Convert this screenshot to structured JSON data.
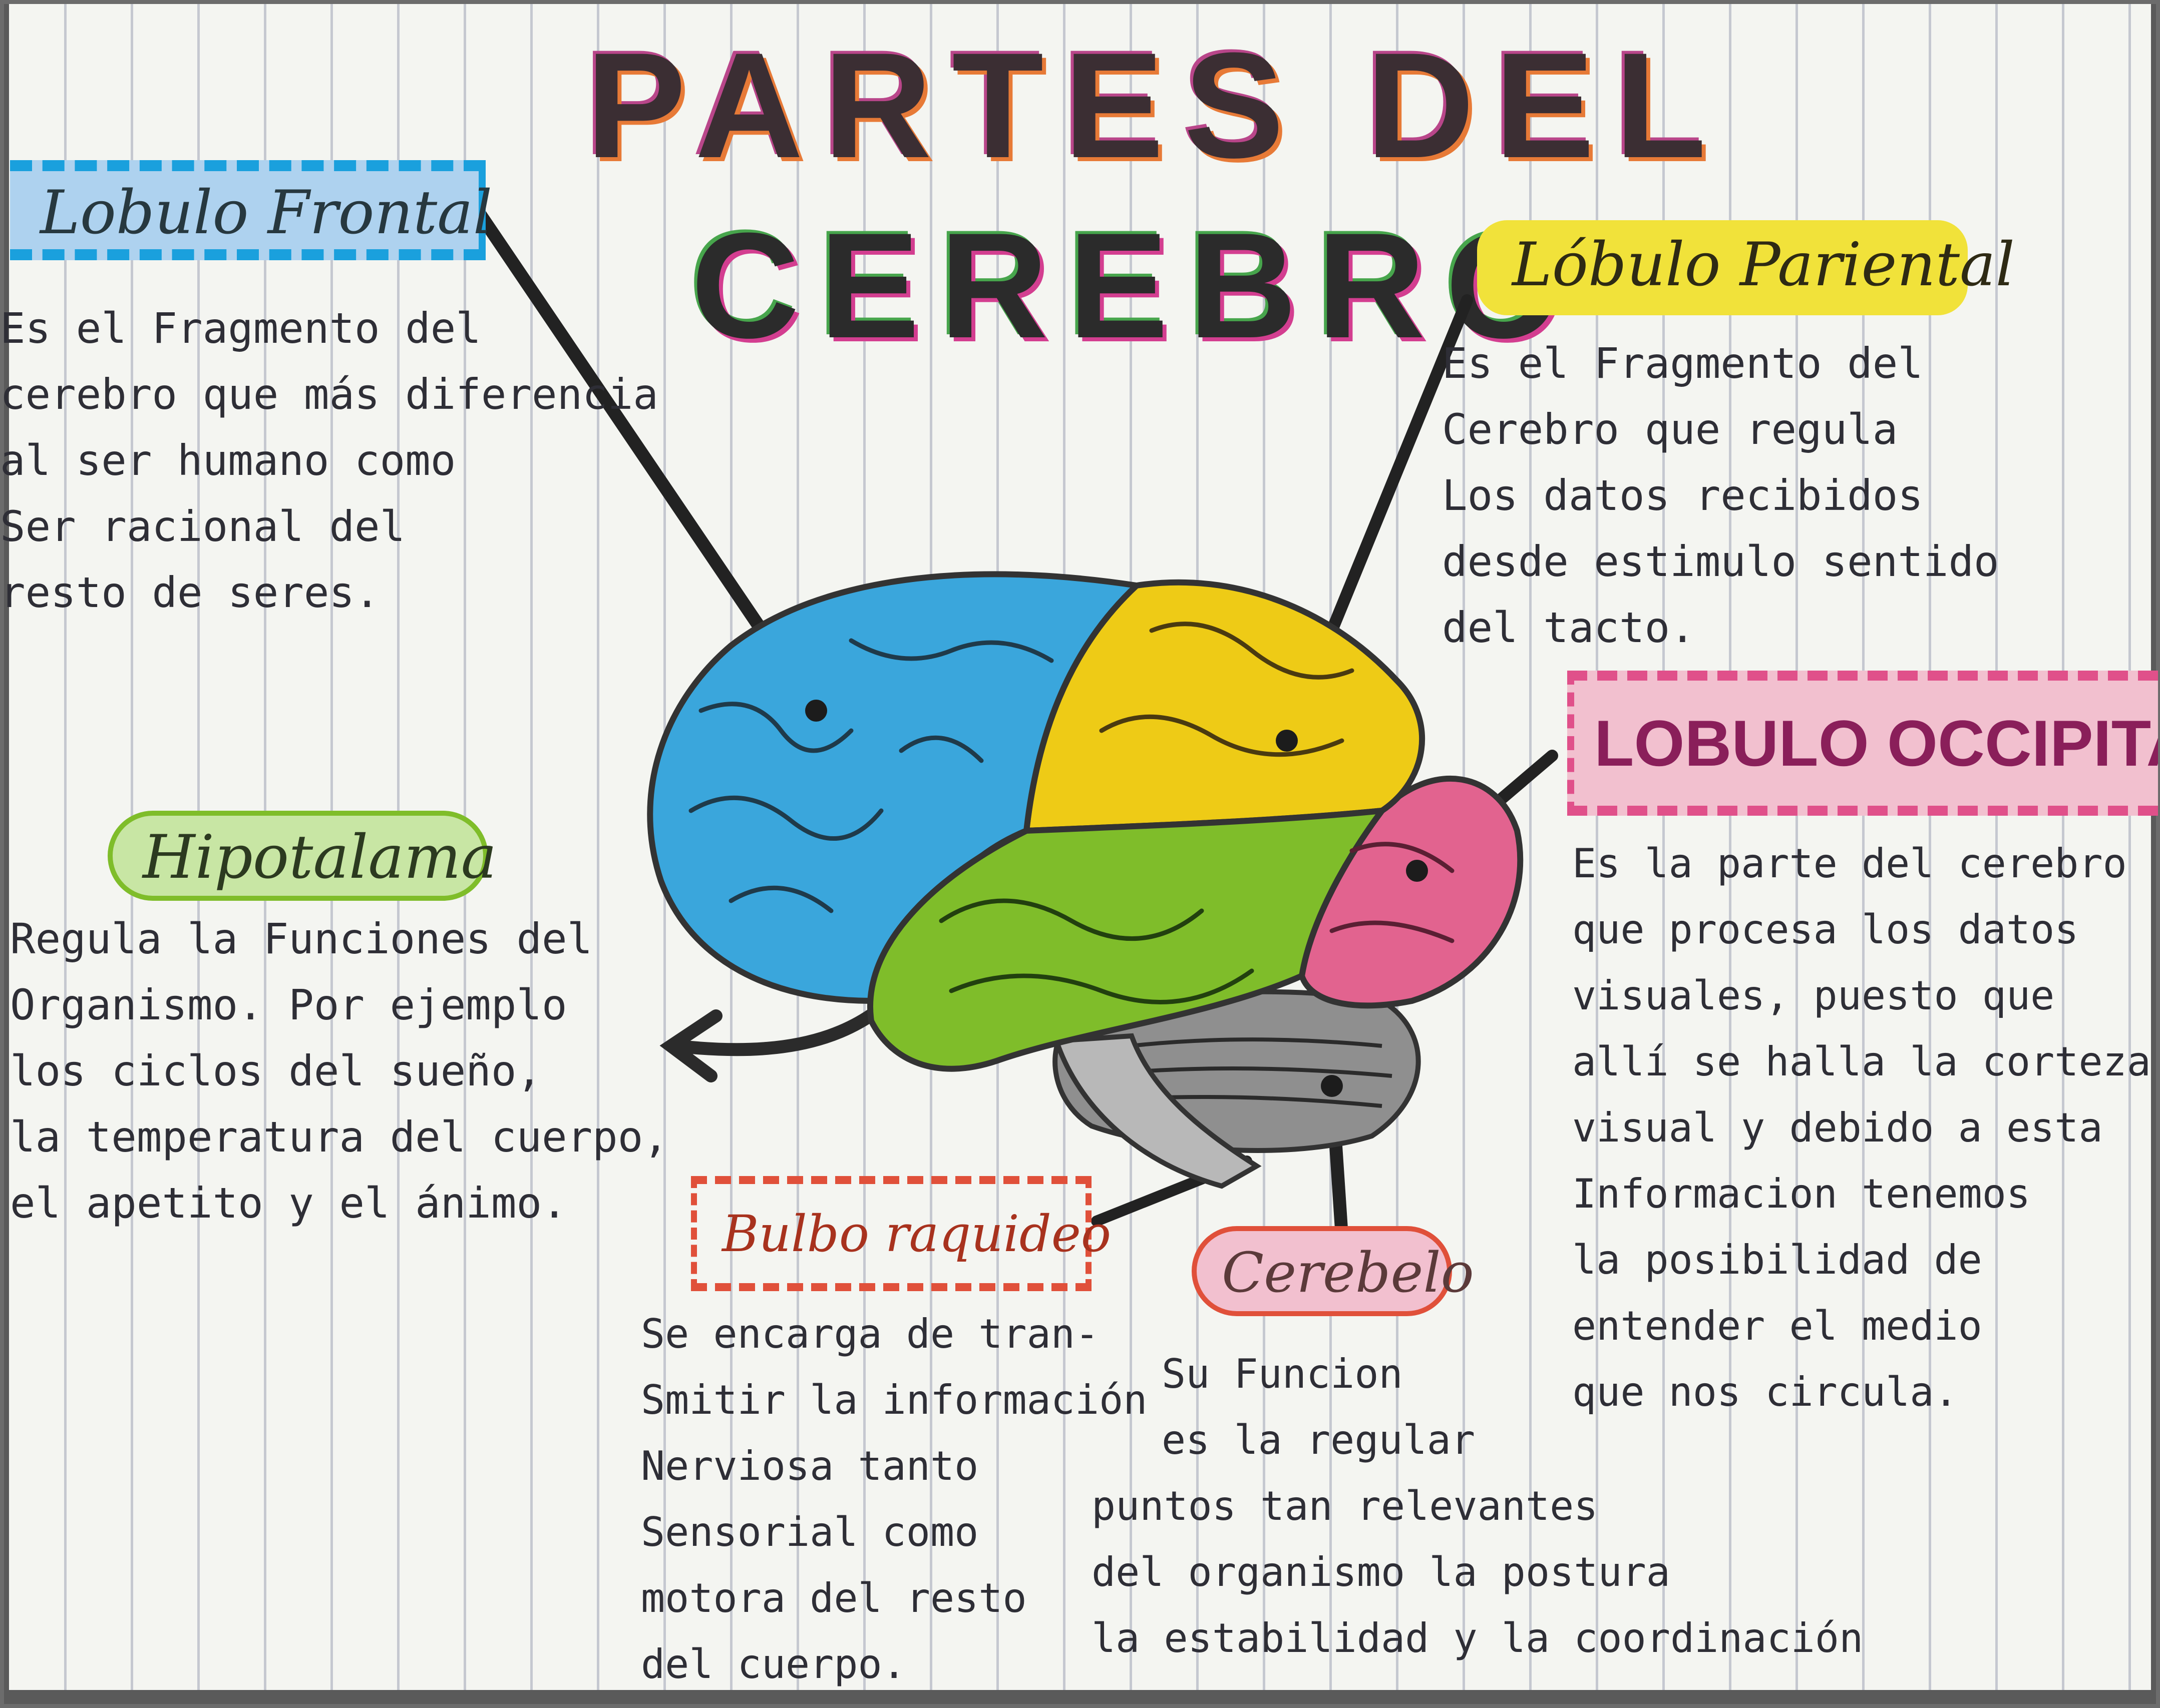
{
  "title": {
    "line1": "PARTES DEL",
    "line2": "CEREBRO"
  },
  "frontal": {
    "heading": "Lobulo Frontal",
    "lines": [
      "Es el Fragmento del",
      "cerebro que más diferencia",
      "al ser humano como",
      "Ser racional del",
      "resto de seres."
    ]
  },
  "parietal": {
    "heading": "Lóbulo Pariental",
    "lines": [
      "Es el Fragmento del",
      "Cerebro que regula",
      "Los datos recibidos",
      "desde estimulo sentido",
      "del tacto."
    ]
  },
  "occipital": {
    "heading": "LOBULO OCCIPITAL",
    "lines": [
      "Es la parte del cerebro",
      "que procesa los datos",
      "visuales, puesto que",
      "allí se halla la corteza",
      "visual y debido a esta",
      "Informacion tenemos",
      "la posibilidad de",
      "entender el medio",
      "que nos circula."
    ]
  },
  "hipotalamo": {
    "heading": "Hipotalama",
    "lines": [
      "Regula la Funciones del",
      "Organismo. Por ejemplo",
      "los ciclos del sueño,",
      "la temperatura del cuerpo,",
      "el apetito y el ánimo."
    ]
  },
  "bulbo": {
    "heading": "Bulbo raquideo",
    "lines": [
      "Se encarga de tran-",
      "Smitir la información",
      "Nerviosa tanto",
      "Sensorial como",
      "motora del resto",
      "del cuerpo."
    ]
  },
  "cerebelo": {
    "heading": "Cerebelo",
    "lines": [
      "Su Funcion",
      "es la regular",
      "puntos tan relevantes",
      "del organismo la postura",
      "la estabilidad y la coordinación"
    ]
  },
  "colors": {
    "frontal": "#3aa6dc",
    "parietal": "#eecb16",
    "temporal": "#7fbd2a",
    "occipital": "#e2638f",
    "cerebellum": "#8f8f8f",
    "brainstem": "#b8b8b8",
    "highlight_blue": "#aed2ef",
    "highlight_yellow": "#f1e23a",
    "highlight_green": "#c8e6a4",
    "highlight_pink": "#f2c0cf",
    "dash_red": "#e0503a",
    "dash_pink": "#e0508a"
  }
}
